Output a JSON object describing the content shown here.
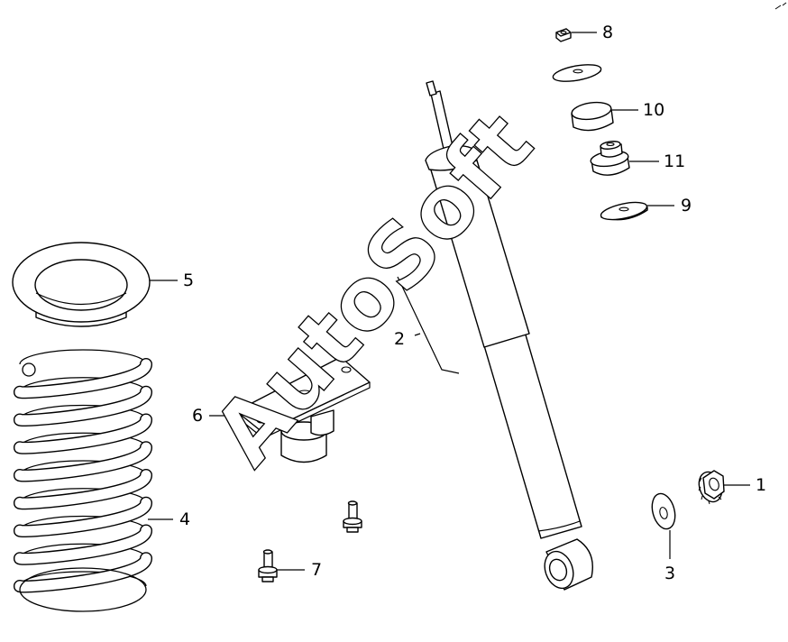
{
  "watermark": "AutoSoft",
  "callouts": [
    {
      "id": "1",
      "label": "1"
    },
    {
      "id": "2",
      "label": "2"
    },
    {
      "id": "3",
      "label": "3"
    },
    {
      "id": "4",
      "label": "4"
    },
    {
      "id": "5",
      "label": "5"
    },
    {
      "id": "6",
      "label": "6"
    },
    {
      "id": "7",
      "label": "7"
    },
    {
      "id": "8",
      "label": "8"
    },
    {
      "id": "9",
      "label": "9"
    },
    {
      "id": "10",
      "label": "10"
    },
    {
      "id": "11",
      "label": "11"
    }
  ]
}
